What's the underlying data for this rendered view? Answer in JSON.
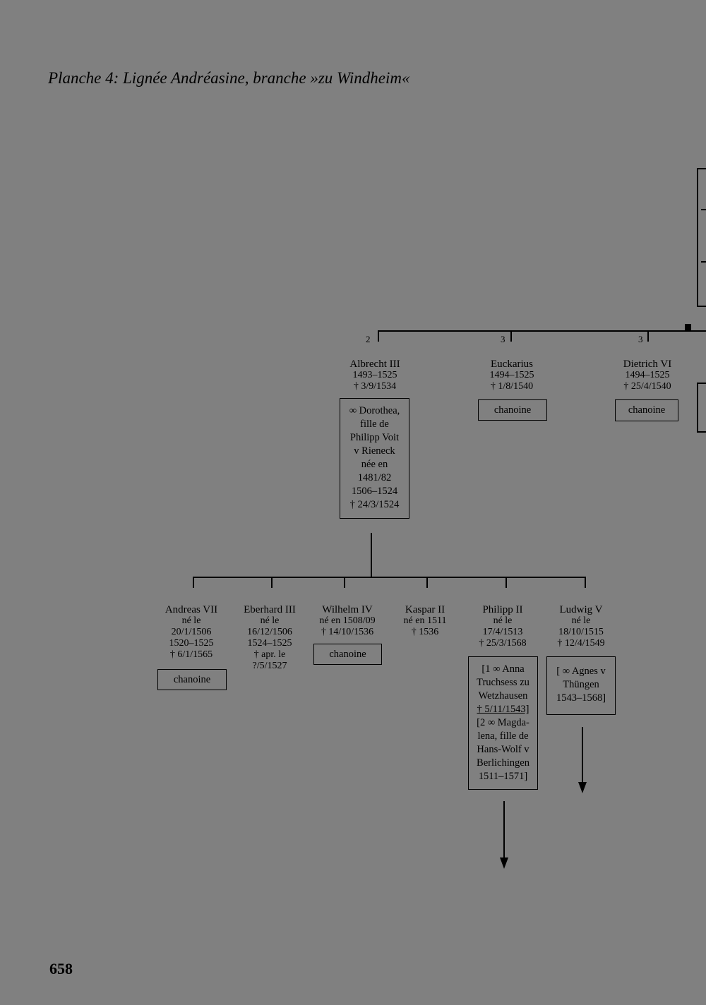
{
  "title": "Planche 4: Lignée Andréasine, branche »zu Windheim«",
  "page_number": "658",
  "generation_numbers": {
    "albrecht": "2",
    "euckarius": "3",
    "dietrich": "3"
  },
  "gen1": [
    {
      "name": "Albrecht III",
      "lines": [
        "1493–1525",
        "† 3/9/1534"
      ]
    },
    {
      "name": "Euckarius",
      "lines": [
        "1494–1525",
        "† 1/8/1540"
      ],
      "role": "chanoine"
    },
    {
      "name": "Dietrich VI",
      "lines": [
        "1494–1525",
        "† 25/4/1540"
      ],
      "role": "chanoine"
    }
  ],
  "albrecht_spouse": [
    "∞ Dorothea,",
    "fille de",
    "Philipp Voit",
    "v Rieneck",
    "née en",
    "1481/82",
    "1506–1524",
    "† 24/3/1524"
  ],
  "gen2": [
    {
      "name": "Andreas VII",
      "lines": [
        "né le",
        "20/1/1506",
        "1520–1525",
        "† 6/1/1565"
      ],
      "role": "chanoine"
    },
    {
      "name": "Eberhard III",
      "lines": [
        "né le",
        "16/12/1506",
        "1524–1525",
        "† apr. le",
        "?/5/1527"
      ]
    },
    {
      "name": "Wilhelm IV",
      "lines": [
        "né en 1508/09",
        "† 14/10/1536"
      ],
      "role": "chanoine"
    },
    {
      "name": "Kaspar II",
      "lines": [
        "né en 1511",
        "† 1536"
      ]
    },
    {
      "name": "Philipp II",
      "lines": [
        "né le",
        "17/4/1513",
        "† 25/3/1568"
      ]
    },
    {
      "name": "Ludwig V",
      "lines": [
        "né le",
        "18/10/1515",
        "† 12/4/1549"
      ]
    }
  ],
  "philipp_spouses": {
    "first": [
      "[1 ∞ Anna",
      "Truchsess zu",
      "Wetzhausen",
      "† 5/11/1543]"
    ],
    "second": [
      "[2 ∞ Magda-",
      "lena, fille de",
      "Hans-Wolf v",
      "Berlichingen",
      "1511–1571]"
    ]
  },
  "ludwig_spouse": [
    "[ ∞ Agnes v",
    "Thüngen",
    "1543–1568]"
  ]
}
